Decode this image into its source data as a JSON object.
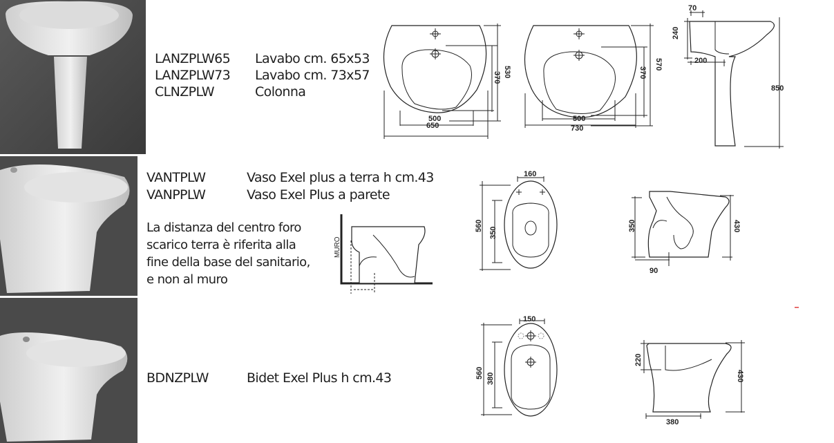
{
  "washbasin": {
    "rows": [
      {
        "code": "LANZPLW65",
        "desc": "Lavabo cm. 65x53"
      },
      {
        "code": "LANZPLW73",
        "desc": "Lavabo cm. 73x57"
      },
      {
        "code": "CLNZPLW",
        "desc": "Colonna"
      }
    ],
    "dims": {
      "b1_w": "650",
      "b1_bowl_w": "500",
      "b1_d": "530",
      "b1_bowl_d": "370",
      "b2_w": "730",
      "b2_bowl_w": "500",
      "b2_d": "570",
      "b2_bowl_d": "370",
      "side_70": "70",
      "side_240": "240",
      "side_200": "200",
      "side_850": "850"
    }
  },
  "wc": {
    "rows": [
      {
        "code": "VANTPLW",
        "desc": "Vaso Exel plus a terra h cm.43"
      },
      {
        "code": "VANPPLW",
        "desc": "Vaso Exel Plus a parete"
      }
    ],
    "note": [
      "La distanza del centro foro",
      "scarico terra è riferita alla",
      "fine della base del sanitario,",
      "e non al muro"
    ],
    "wall_label": "MURO",
    "dims": {
      "top_w": "160",
      "top_l": "560",
      "top_inner": "350",
      "side_h": "430",
      "side_350": "350",
      "side_90": "90"
    }
  },
  "bidet": {
    "rows": [
      {
        "code": "BDNZPLW",
        "desc": "Bidet Exel Plus h cm.43"
      }
    ],
    "dims": {
      "top_w": "150",
      "top_l": "560",
      "top_inner": "380",
      "side_h": "430",
      "side_220": "220",
      "side_380": "380"
    }
  }
}
